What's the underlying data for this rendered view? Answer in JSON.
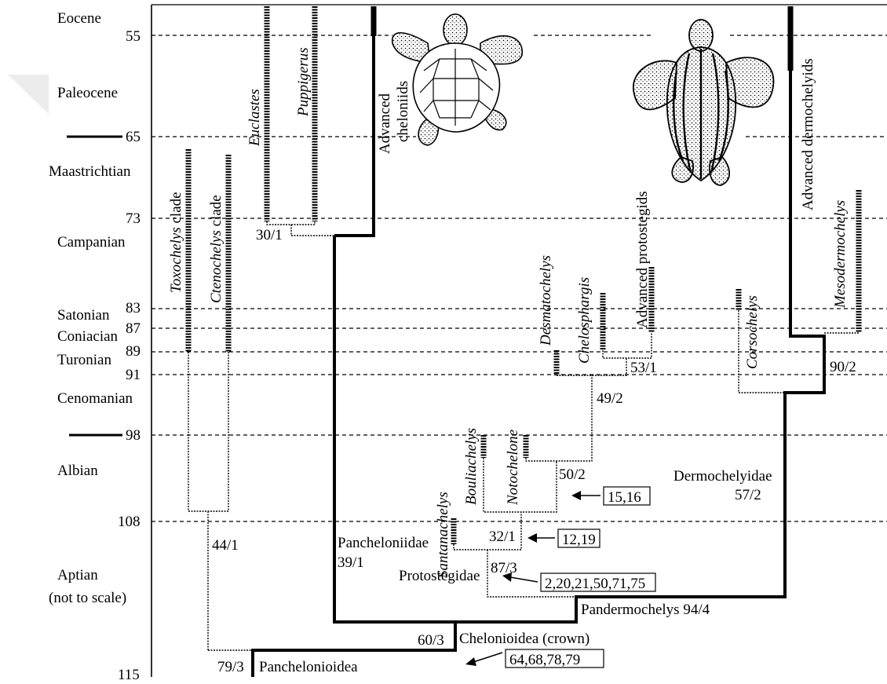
{
  "periods": [
    {
      "name": "Eocene"
    },
    {
      "name": "Paleocene"
    },
    {
      "name": "Maastrichtian"
    },
    {
      "name": "Campanian"
    },
    {
      "name": "Satonian"
    },
    {
      "name": "Coniacian"
    },
    {
      "name": "Turonian"
    },
    {
      "name": "Cenomanian"
    },
    {
      "name": "Albian"
    },
    {
      "name": "Aptian"
    },
    {
      "name": "(not to scale)"
    }
  ],
  "ages": [
    "55",
    "65",
    "73",
    "83",
    "87",
    "89",
    "91",
    "98",
    "108",
    "115"
  ],
  "taxa": {
    "toxochelys": "Toxochelys",
    "clade1": " clade",
    "ctenochelys": "Ctenochelys",
    "clade2": " clade",
    "euclastes": "Euclastes",
    "puppigerus": "Puppigerus",
    "adv_chel_1": "Advanced",
    "adv_chel_2": "cheloniids",
    "desmatochelys": "Desmatochelys",
    "chelosphargis": "Chelosphargis",
    "adv_proto": "Advanced protostegids",
    "bouliachelys": "Bouliachelys",
    "notochelone": "Notochelone",
    "santanachelys": "Santanachelys",
    "corsochelys": "Corsochelys",
    "adv_dermo": "Advanced dermochelyids",
    "mesodermochelys": "Mesodermochelys"
  },
  "nodes": {
    "n30": "30/1",
    "n44": "44/1",
    "n79": "79/3",
    "panchelonioidea": "Panchelonioidea",
    "n60": "60/3",
    "chelonioidea": "Chelonioidea (crown)",
    "pancheloniidae": "Pancheloniidae",
    "n39": "39/1",
    "protostegidae": "Protostegidae",
    "n87": "87/3",
    "n32": "32/1",
    "n50": "50/2",
    "n49": "49/2",
    "n53": "53/1",
    "pandermochelys": "Pandermochelys 94/4",
    "dermochelyidae": "Dermochelyidae",
    "n57": "57/2",
    "n90": "90/2"
  },
  "characters": {
    "b1": "15,16",
    "b2": "12,19",
    "b3": "2,20,21,50,71,75",
    "b4": "64,68,78,79"
  },
  "icons": [
    "sea-turtle-icon",
    "leatherback-turtle-icon"
  ]
}
